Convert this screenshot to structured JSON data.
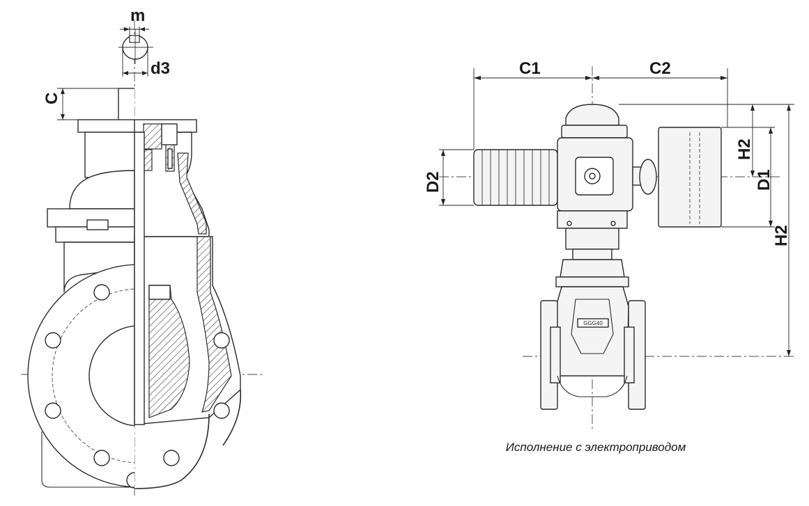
{
  "labels": {
    "m": "m",
    "d3": "d3",
    "c": "C",
    "c1": "C1",
    "c2": "C2",
    "d2": "D2",
    "h2_top": "H2",
    "d1": "D1",
    "h2_full": "H2",
    "model_plate": "GGG40"
  },
  "caption": "Исполнение с электроприводом",
  "colors": {
    "line": "#2a2a2a",
    "fill": "#f4f4f4",
    "background": "#ffffff"
  }
}
